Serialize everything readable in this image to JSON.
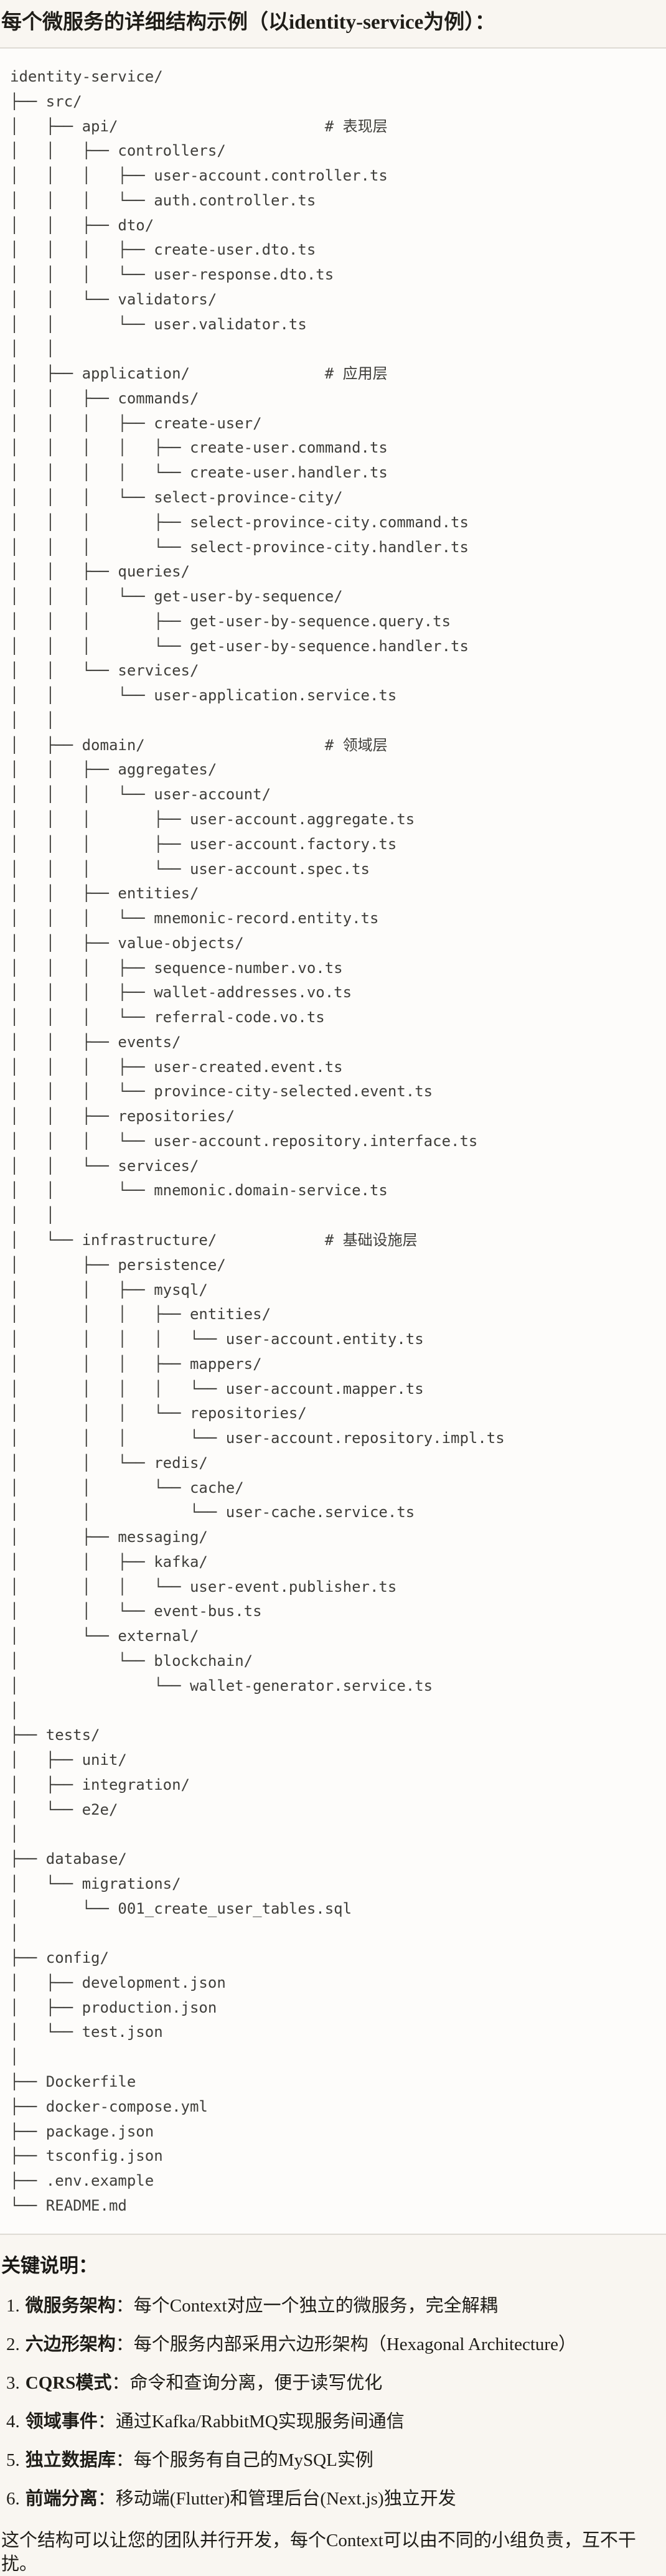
{
  "title": "每个微服务的详细结构示例（以identity-service为例）：",
  "tree_lines": [
    "identity-service/",
    "├── src/",
    "│   ├── api/                       # 表现层",
    "│   │   ├── controllers/",
    "│   │   │   ├── user-account.controller.ts",
    "│   │   │   └── auth.controller.ts",
    "│   │   ├── dto/",
    "│   │   │   ├── create-user.dto.ts",
    "│   │   │   └── user-response.dto.ts",
    "│   │   └── validators/",
    "│   │       └── user.validator.ts",
    "│   │",
    "│   ├── application/               # 应用层",
    "│   │   ├── commands/",
    "│   │   │   ├── create-user/",
    "│   │   │   │   ├── create-user.command.ts",
    "│   │   │   │   └── create-user.handler.ts",
    "│   │   │   └── select-province-city/",
    "│   │   │       ├── select-province-city.command.ts",
    "│   │   │       └── select-province-city.handler.ts",
    "│   │   ├── queries/",
    "│   │   │   └── get-user-by-sequence/",
    "│   │   │       ├── get-user-by-sequence.query.ts",
    "│   │   │       └── get-user-by-sequence.handler.ts",
    "│   │   └── services/",
    "│   │       └── user-application.service.ts",
    "│   │",
    "│   ├── domain/                    # 领域层",
    "│   │   ├── aggregates/",
    "│   │   │   └── user-account/",
    "│   │   │       ├── user-account.aggregate.ts",
    "│   │   │       ├── user-account.factory.ts",
    "│   │   │       └── user-account.spec.ts",
    "│   │   ├── entities/",
    "│   │   │   └── mnemonic-record.entity.ts",
    "│   │   ├── value-objects/",
    "│   │   │   ├── sequence-number.vo.ts",
    "│   │   │   ├── wallet-addresses.vo.ts",
    "│   │   │   └── referral-code.vo.ts",
    "│   │   ├── events/",
    "│   │   │   ├── user-created.event.ts",
    "│   │   │   └── province-city-selected.event.ts",
    "│   │   ├── repositories/",
    "│   │   │   └── user-account.repository.interface.ts",
    "│   │   └── services/",
    "│   │       └── mnemonic.domain-service.ts",
    "│   │",
    "│   └── infrastructure/            # 基础设施层",
    "│       ├── persistence/",
    "│       │   ├── mysql/",
    "│       │   │   ├── entities/",
    "│       │   │   │   └── user-account.entity.ts",
    "│       │   │   ├── mappers/",
    "│       │   │   │   └── user-account.mapper.ts",
    "│       │   │   └── repositories/",
    "│       │   │       └── user-account.repository.impl.ts",
    "│       │   └── redis/",
    "│       │       └── cache/",
    "│       │           └── user-cache.service.ts",
    "│       ├── messaging/",
    "│       │   ├── kafka/",
    "│       │   │   └── user-event.publisher.ts",
    "│       │   └── event-bus.ts",
    "│       └── external/",
    "│           └── blockchain/",
    "│               └── wallet-generator.service.ts",
    "│",
    "├── tests/",
    "│   ├── unit/",
    "│   ├── integration/",
    "│   └── e2e/",
    "│",
    "├── database/",
    "│   └── migrations/",
    "│       └── 001_create_user_tables.sql",
    "│",
    "├── config/",
    "│   ├── development.json",
    "│   ├── production.json",
    "│   └── test.json",
    "│",
    "├── Dockerfile",
    "├── docker-compose.yml",
    "├── package.json",
    "├── tsconfig.json",
    "├── .env.example",
    "└── README.md"
  ],
  "notes": {
    "heading": "关键说明：",
    "items": [
      {
        "num": "1.",
        "label": "微服务架构",
        "desc": "：每个Context对应一个独立的微服务，完全解耦"
      },
      {
        "num": "2.",
        "label": "六边形架构",
        "desc": "：每个服务内部采用六边形架构（Hexagonal Architecture）"
      },
      {
        "num": "3.",
        "label": "CQRS模式",
        "desc": "：命令和查询分离，便于读写优化"
      },
      {
        "num": "4.",
        "label": "领域事件",
        "desc": "：通过Kafka/RabbitMQ实现服务间通信"
      },
      {
        "num": "5.",
        "label": "独立数据库",
        "desc": "：每个服务有自己的MySQL实例"
      },
      {
        "num": "6.",
        "label": "前端分离",
        "desc": "：移动端(Flutter)和管理后台(Next.js)独立开发"
      }
    ]
  },
  "closing": "这个结构可以让您的团队并行开发，每个Context可以由不同的小组负责，互不干扰。",
  "colors": {
    "page_background": "#f9f6f1",
    "code_block_background": "#fdfcfa",
    "divider": "#dedbd4",
    "code_text": "#3f3e3a",
    "body_text": "#1f1d18"
  }
}
